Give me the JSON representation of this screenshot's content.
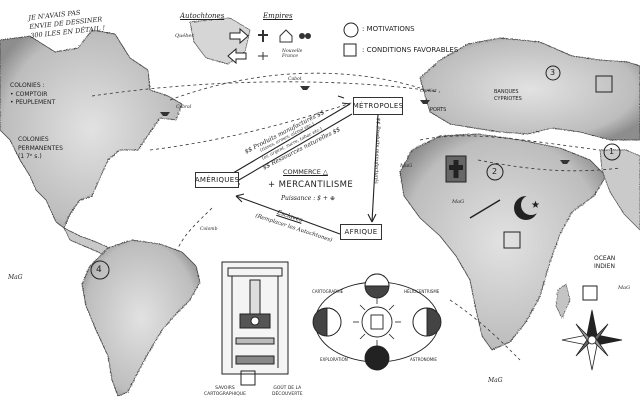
{
  "title_note": [
    "JE N'AVAIS PAS",
    "ENVIE DE DESSINER",
    "300 ILES EN DÉTAIL !"
  ],
  "legend": {
    "autochtones": "Autochtones",
    "empires": "Empires",
    "quebec": "Québec",
    "nouvelle_france": "Nouvelle France",
    "motivations": ": MOTIVATIONS",
    "conditions": ": CONDITIONS FAVORABLES"
  },
  "colonies_note": [
    "COLONIES :",
    "• COMPTOIR",
    "• PEUPLEMENT"
  ],
  "colonies_perm": [
    "COLONIES",
    "PERMANENTES",
    "(1 7ᵉ s.)"
  ],
  "boxes": {
    "metropoles": "MÉTROPOLES",
    "ameriques": "AMÉRIQUES",
    "afrique": "AFRIQUE"
  },
  "trade": {
    "produits": "$$ Produits manufacturés $$",
    "produits_sub": "(tissus, armes, alcool etc.)",
    "ressources": "$$ Ressources naturelles $$",
    "ressources_sub": "(or, argent, sucre, tabac etc.)",
    "esclaves_metro": "$$ Produits manufacturés",
    "commerce": "COMMERCE △",
    "mercantilisme": "+ MERCANTILISME",
    "puissance": "Puissance : $ + ⊕",
    "esclaves": "Esclaves",
    "remplacer": "(Remplacer les Autochtones)"
  },
  "numbers": [
    "1",
    "2",
    "3",
    "4"
  ],
  "europe_labels": [
    "BANQUES",
    "CYPRIOTES",
    "PORTS"
  ],
  "ocean": [
    "OCEAN",
    "INDIEN"
  ],
  "mag_labels": [
    "MaG",
    "MaG",
    "MaG",
    "MaG",
    "MaG"
  ],
  "bottom": {
    "savoirs": [
      "SAVOIRS",
      "CARTOGRAPHIQUE"
    ],
    "gout": [
      "GOÛT DE LA",
      "DÉCOUVERTE"
    ],
    "cart": "CARTOGRAPHIE",
    "heliocentrisme": "HÉLIOCENTRISME",
    "exploration": "EXPLORATION",
    "astronomie": "ASTRONOMIE"
  },
  "boat_labels": [
    "Cabot",
    "Cabral",
    "Colomb",
    "Cartier"
  ],
  "colors": {
    "land": "#cfcfcf",
    "land_dark": "#9a9a9a",
    "ink": "#222222",
    "water": "#ffffff"
  }
}
